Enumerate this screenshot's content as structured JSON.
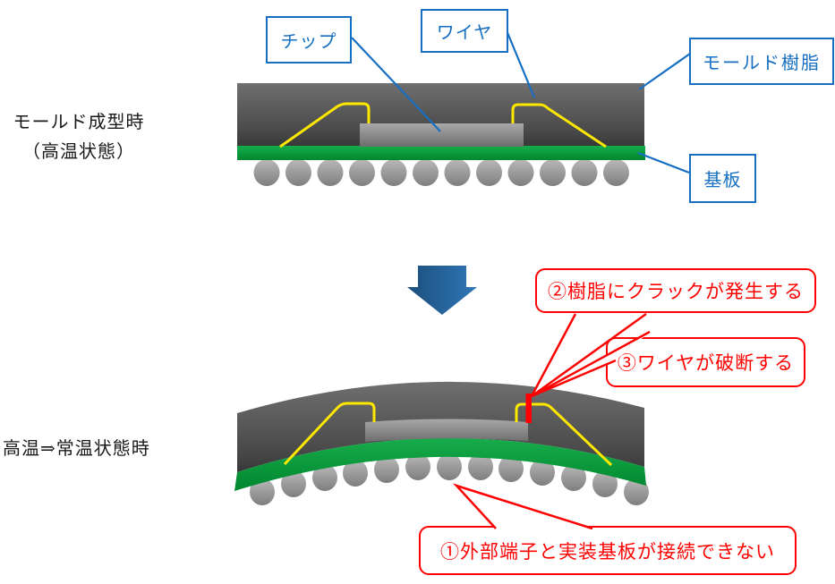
{
  "diagram": {
    "stage_top_line1": "モールド成型時",
    "stage_top_line2": "（高温状態）",
    "stage_bottom": "高温⇒常温状態時",
    "labels": {
      "chip": "チップ",
      "wire": "ワイヤ",
      "mold_resin": "モールド樹脂",
      "substrate": "基板"
    },
    "callouts": {
      "crack": "②樹脂にクラックが発生する",
      "wire_break": "③ワイヤが破断する",
      "no_connection": "①外部端子と実装基板が接続できない"
    },
    "colors": {
      "label_blue": "#176FC1",
      "callout_red": "#FF0000",
      "mold_gray_top": "#6F6F6F",
      "mold_gray_bottom": "#383838",
      "board_green": "#0C9E40",
      "wire_yellow": "#FFE800",
      "solder_ball_gray": "#9A9A9A",
      "arrow_blue_dark": "#1C4F7D",
      "arrow_blue_light": "#2F76B6"
    }
  }
}
